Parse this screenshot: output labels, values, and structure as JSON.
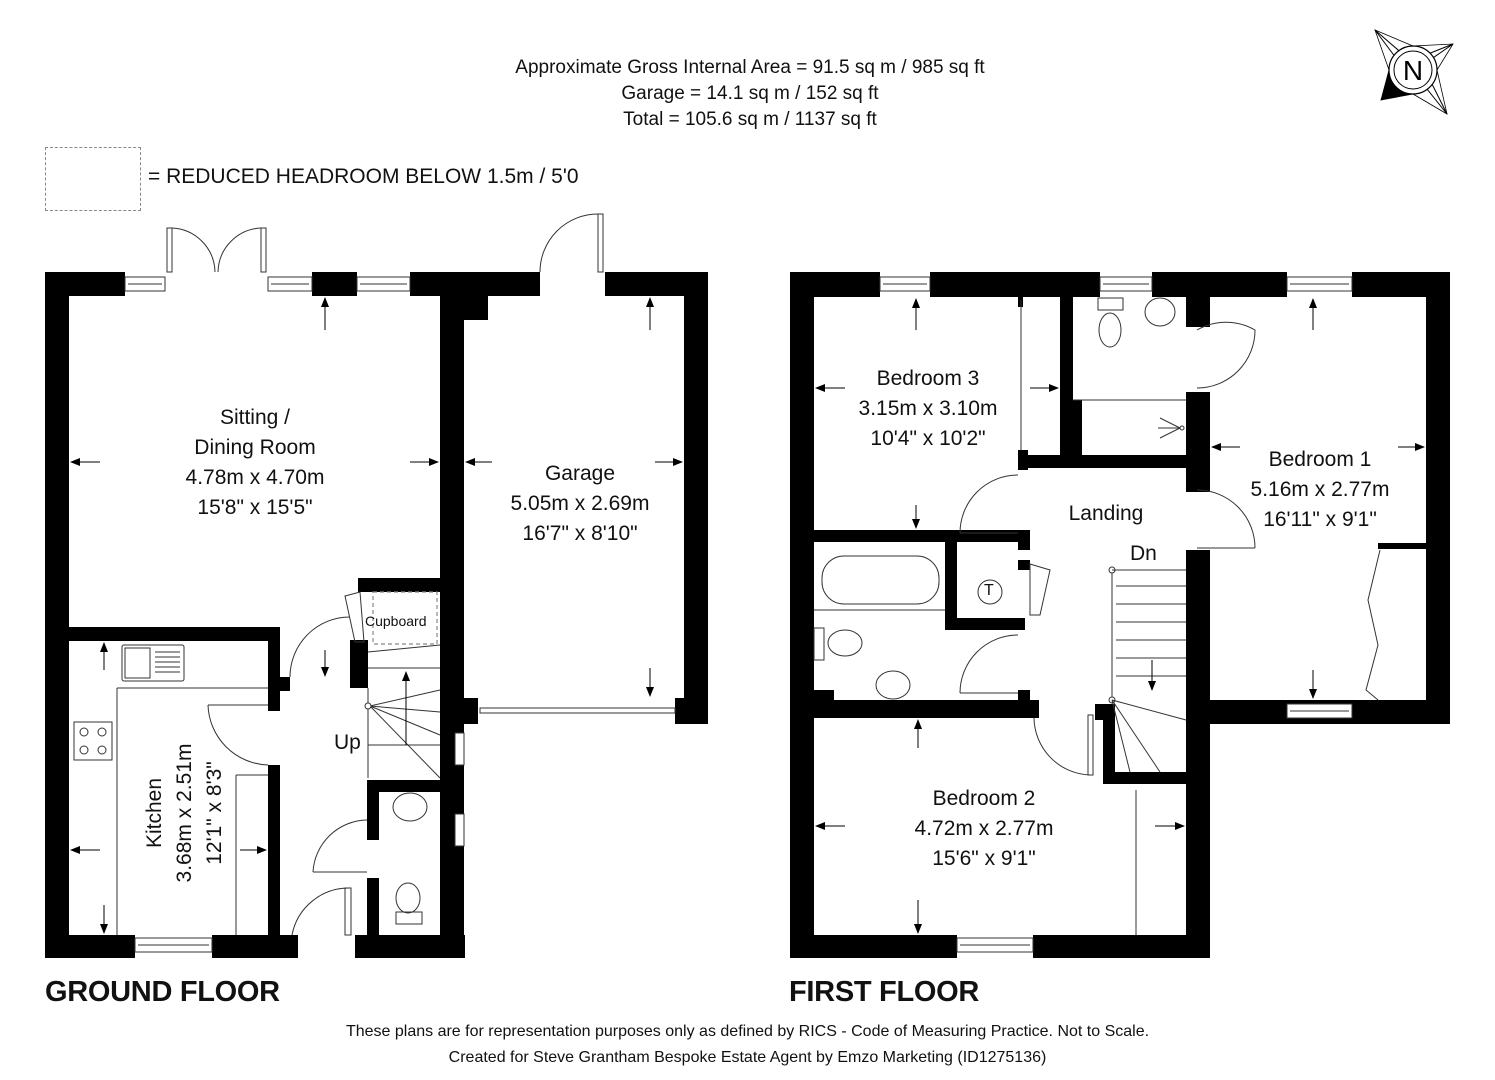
{
  "header": {
    "gross_internal_area": "Approximate Gross Internal Area = 91.5 sq m / 985 sq ft",
    "garage_area": "Garage = 14.1 sq m / 152 sq ft",
    "total_area": "Total = 105.6 sq m / 1137 sq ft"
  },
  "compass": {
    "label": "N"
  },
  "legend": {
    "text": "= REDUCED HEADROOM BELOW 1.5m / 5'0"
  },
  "ground_floor": {
    "title": "GROUND FLOOR",
    "rooms": [
      {
        "name_line1": "Sitting /",
        "name_line2": "Dining Room",
        "metric": "4.78m x 4.70m",
        "imperial": "15'8\" x 15'5\""
      },
      {
        "name": "Garage",
        "metric": "5.05m x 2.69m",
        "imperial": "16'7\" x 8'10\""
      },
      {
        "name": "Kitchen",
        "metric": "3.68m x 2.51m",
        "imperial": "12'1\" x 8'3\""
      }
    ],
    "cupboard_label": "Cupboard",
    "stairs_label": "Up"
  },
  "first_floor": {
    "title": "FIRST FLOOR",
    "rooms": [
      {
        "name": "Bedroom 3",
        "metric": "3.15m x 3.10m",
        "imperial": "10'4\" x 10'2\""
      },
      {
        "name": "Bedroom 1",
        "metric": "5.16m x 2.77m",
        "imperial": "16'11\" x 9'1\""
      },
      {
        "name": "Landing"
      },
      {
        "name": "Bedroom 2",
        "metric": "4.72m x 2.77m",
        "imperial": "15'6\" x 9'1\""
      }
    ],
    "stairs_label": "Dn",
    "tank_label": "T"
  },
  "footer": {
    "disclaimer": "These plans are for representation purposes only as defined by RICS - Code of Measuring Practice. Not to Scale.",
    "credit": "Created for Steve Grantham Bespoke Estate Agent by Emzo Marketing (ID1275136)"
  },
  "colors": {
    "wall": "#000000",
    "line": "#333333",
    "dashed": "#888888",
    "background": "#ffffff"
  }
}
